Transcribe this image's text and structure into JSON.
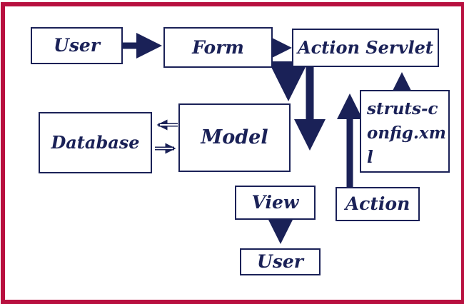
{
  "diagram": {
    "nodes": {
      "user_top": "User",
      "form": "Form",
      "action_servlet": "Action Servlet",
      "struts_config": "struts-config.xml",
      "database": "Database",
      "model": "Model",
      "view": "View",
      "action": "Action",
      "user_bottom": "User"
    }
  },
  "colors": {
    "frame": "#b8103f",
    "ink": "#1a2157"
  }
}
